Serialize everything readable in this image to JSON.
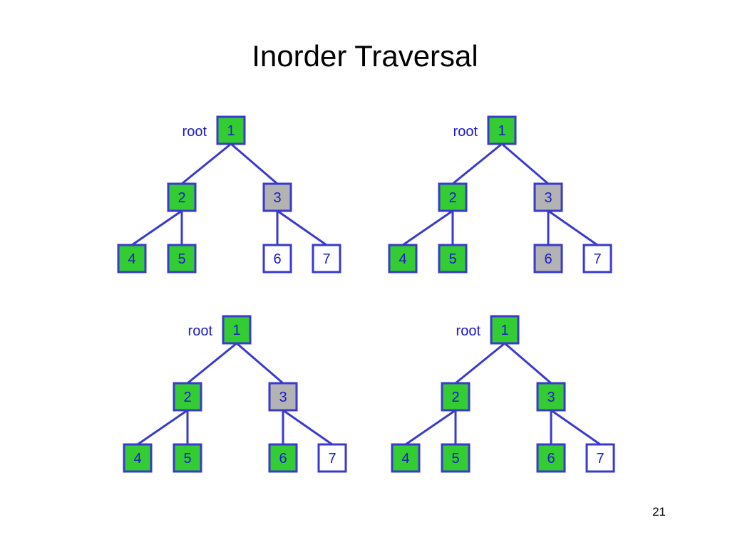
{
  "slide": {
    "title": "Inorder Traversal",
    "page_number": "21"
  },
  "colors": {
    "visited": "#33cc33",
    "current": "#b3b3b3",
    "unvisited": "#ffffff",
    "node_border": "#3a3acc",
    "edge": "#3a3acc",
    "text": "#1a1acc"
  },
  "tree": {
    "root_label": "root",
    "edges": [
      [
        "1",
        "2"
      ],
      [
        "1",
        "3"
      ],
      [
        "2",
        "4"
      ],
      [
        "2",
        "5"
      ],
      [
        "3",
        "6"
      ],
      [
        "3",
        "7"
      ]
    ]
  },
  "panels": [
    {
      "states": {
        "1": "visited",
        "2": "visited",
        "3": "current",
        "4": "visited",
        "5": "visited",
        "6": "unvisited",
        "7": "unvisited"
      }
    },
    {
      "states": {
        "1": "visited",
        "2": "visited",
        "3": "current",
        "4": "visited",
        "5": "visited",
        "6": "current",
        "7": "unvisited"
      }
    },
    {
      "states": {
        "1": "visited",
        "2": "visited",
        "3": "current",
        "4": "visited",
        "5": "visited",
        "6": "visited",
        "7": "unvisited"
      }
    },
    {
      "states": {
        "1": "visited",
        "2": "visited",
        "3": "visited",
        "4": "visited",
        "5": "visited",
        "6": "visited",
        "7": "unvisited"
      }
    }
  ]
}
